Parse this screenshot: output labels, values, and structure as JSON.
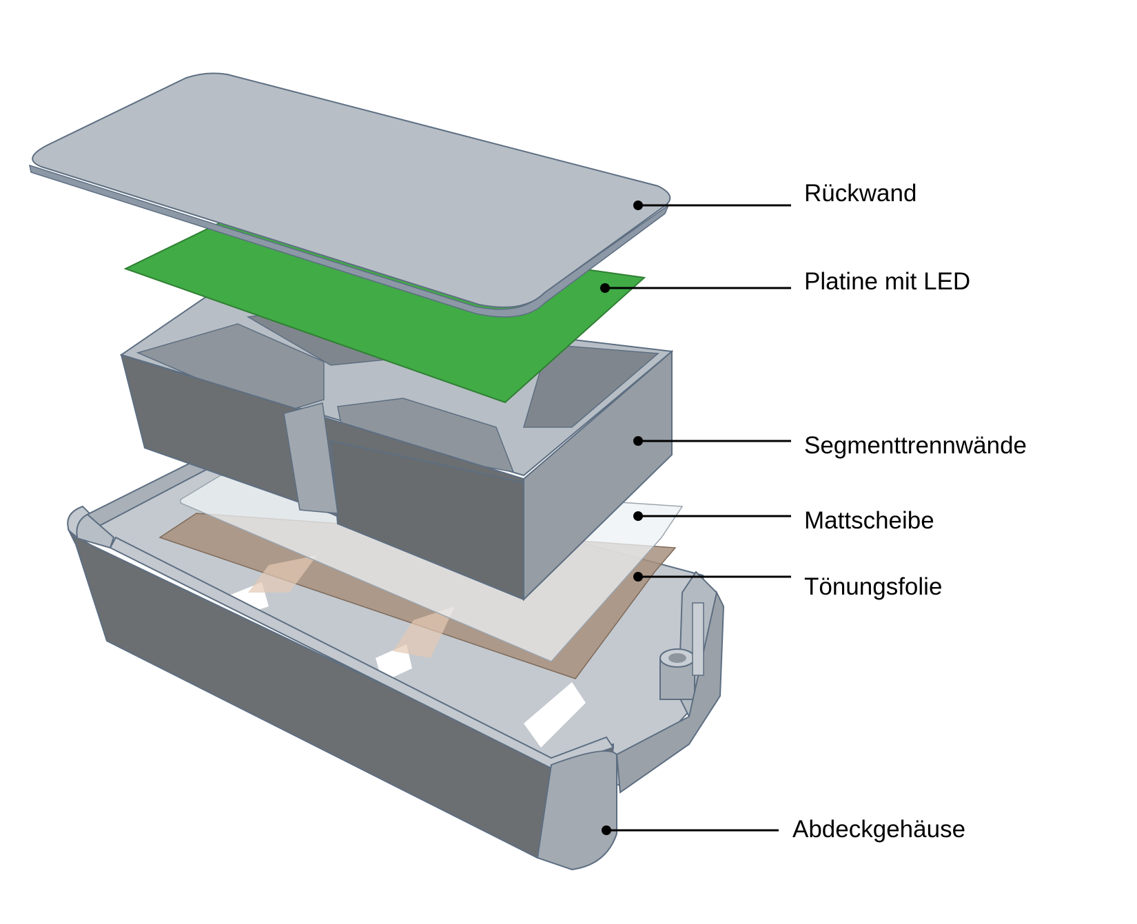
{
  "colors": {
    "background": "#ffffff",
    "housing_dark": "#6b6f72",
    "housing_light": "#b7bec5",
    "housing_edge": "#5d6e82",
    "pcb": "#41ab46",
    "tint_film": "#a8917e",
    "matte_glass": "#eef1f4",
    "label_text": "#000000",
    "leader_line": "#000000"
  },
  "parts": {
    "back_wall": "Rückwand",
    "pcb": "Platine mit LED",
    "segment_walls": "Segmenttrennwände",
    "matte_glass": "Mattscheibe",
    "tint_film": "Tönungsfolie",
    "cover_housing": "Abdeckgehäuse"
  }
}
